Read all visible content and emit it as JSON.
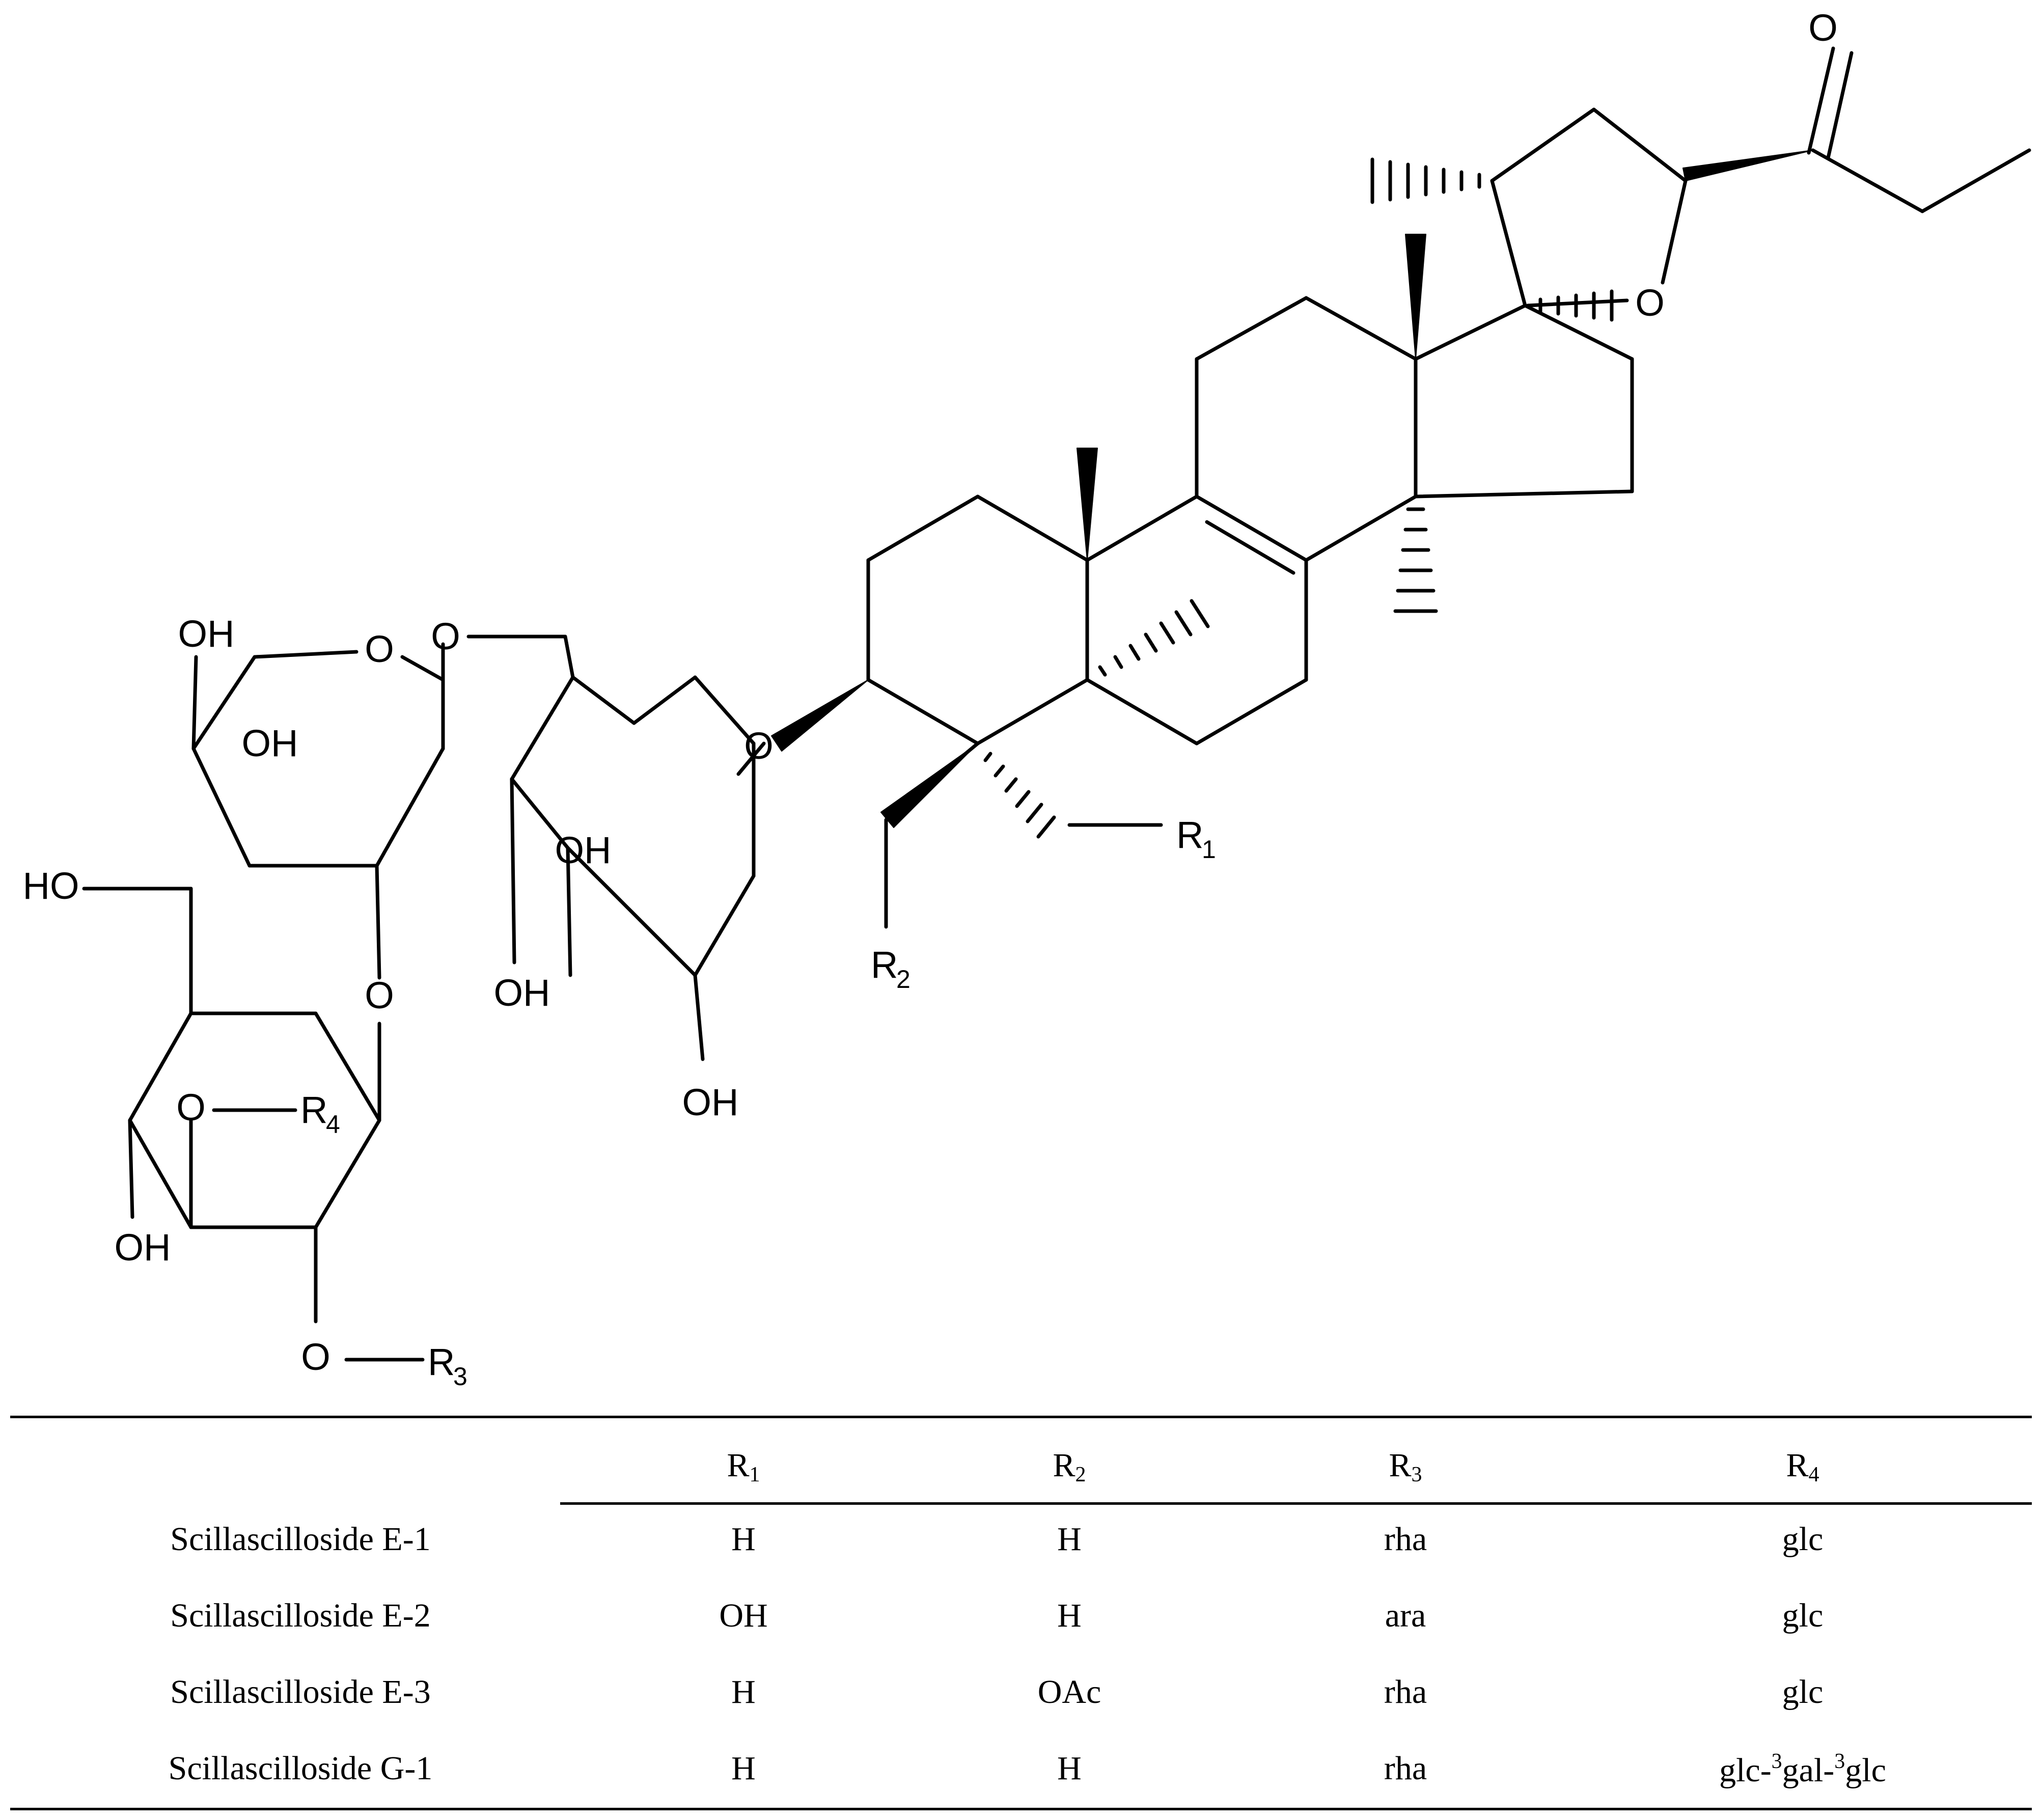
{
  "structure": {
    "atoms": {
      "o_ketone": "O",
      "o_furan": "O",
      "o_aglycone": "O",
      "o_glc_ring": "O",
      "o_link6": "O",
      "o_link2": "O",
      "o_r4": "O",
      "o_r3": "O",
      "oh_top_left": "OH",
      "oh_mid_left": "OH",
      "oh_ho_left": "HO",
      "oh_glc3": "OH",
      "oh_glc2": "OH",
      "oh_glc1": "OH",
      "oh_bottom_left": "OH",
      "r1_base": "R",
      "r1_sub": "1",
      "r2_base": "R",
      "r2_sub": "2",
      "r3_base": "R",
      "r3_sub": "3",
      "r4_base": "R",
      "r4_sub": "4"
    }
  },
  "table": {
    "headers": [
      {
        "base": "R",
        "sub": "1"
      },
      {
        "base": "R",
        "sub": "2"
      },
      {
        "base": "R",
        "sub": "3"
      },
      {
        "base": "R",
        "sub": "4"
      }
    ],
    "rows": [
      {
        "name": "Scillascilloside E-1",
        "r1": "H",
        "r2": "H",
        "r3": "rha",
        "r4": {
          "parts": [
            "glc"
          ]
        }
      },
      {
        "name": "Scillascilloside E-2",
        "r1": "OH",
        "r2": "H",
        "r3": "ara",
        "r4": {
          "parts": [
            "glc"
          ]
        }
      },
      {
        "name": "Scillascilloside E-3",
        "r1": "H",
        "r2": "OAc",
        "r3": "rha",
        "r4": {
          "parts": [
            "glc"
          ]
        }
      },
      {
        "name": "Scillascilloside G-1",
        "r1": "H",
        "r2": "H",
        "r3": "rha",
        "r4": {
          "parts": [
            "glc-",
            "3",
            "gal-",
            "3",
            "glc"
          ]
        }
      }
    ]
  }
}
